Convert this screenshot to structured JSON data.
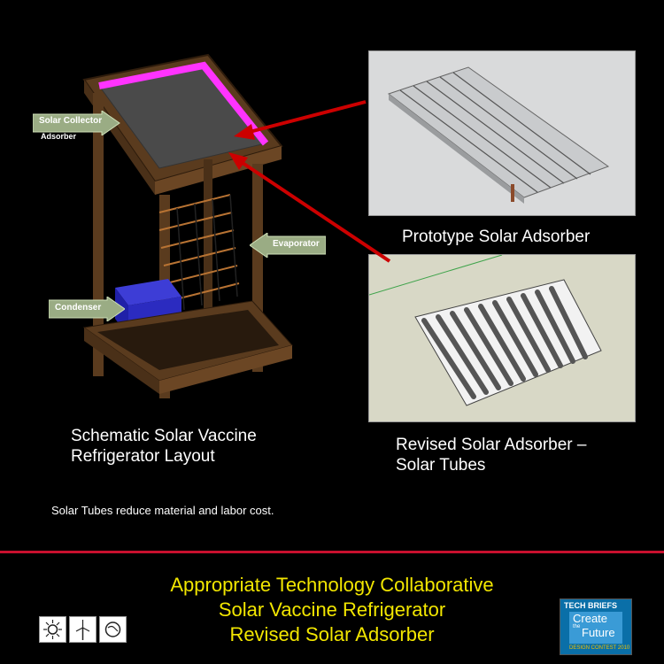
{
  "schematic": {
    "labels": {
      "solar_collector": "Solar Collector",
      "adsorber": "Adsorber",
      "evaporator": "Evaporator",
      "condenser": "Condenser"
    },
    "caption": [
      "Schematic Solar Vaccine",
      "Refrigerator Layout"
    ]
  },
  "prototype": {
    "caption": "Prototype Solar Adsorber"
  },
  "revised": {
    "caption": [
      "Revised Solar Adsorber –",
      "Solar Tubes"
    ]
  },
  "note": "Solar Tubes reduce material and labor cost.",
  "title": [
    "Appropriate Technology Collaborative",
    "Solar Vaccine Refrigerator",
    "Revised Solar Adsorber"
  ],
  "badge": {
    "top": "TECH BRIEFS",
    "line1": "Create",
    "line2": "the",
    "line3": "Future",
    "contest": "DESIGN CONTEST 2010"
  },
  "colors": {
    "title": "#f2e600",
    "rule": "#c8102e",
    "arrow": "#cc0000",
    "magenta": "#ff33ff",
    "wood": "#5a3b1e"
  }
}
